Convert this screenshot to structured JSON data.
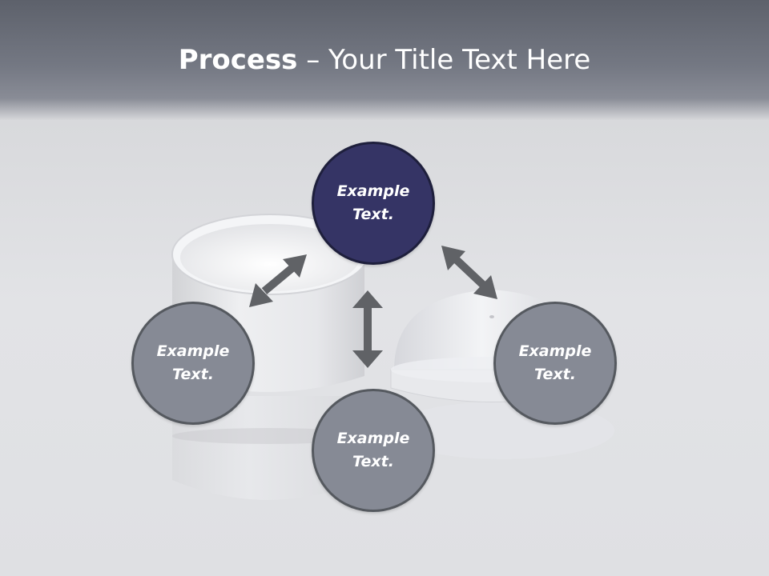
{
  "title": {
    "bold": "Process",
    "rest": " – Your Title Text Here"
  },
  "nodes": {
    "top": {
      "line1": "Example",
      "line2": "Text."
    },
    "left": {
      "line1": "Example",
      "line2": "Text."
    },
    "right": {
      "line1": "Example",
      "line2": "Text."
    },
    "bottom": {
      "line1": "Example",
      "line2": "Text."
    }
  },
  "colors": {
    "primary_node": "#353465",
    "secondary_node": "#868a95",
    "arrow": "#606266",
    "header": "#6a6e78"
  }
}
